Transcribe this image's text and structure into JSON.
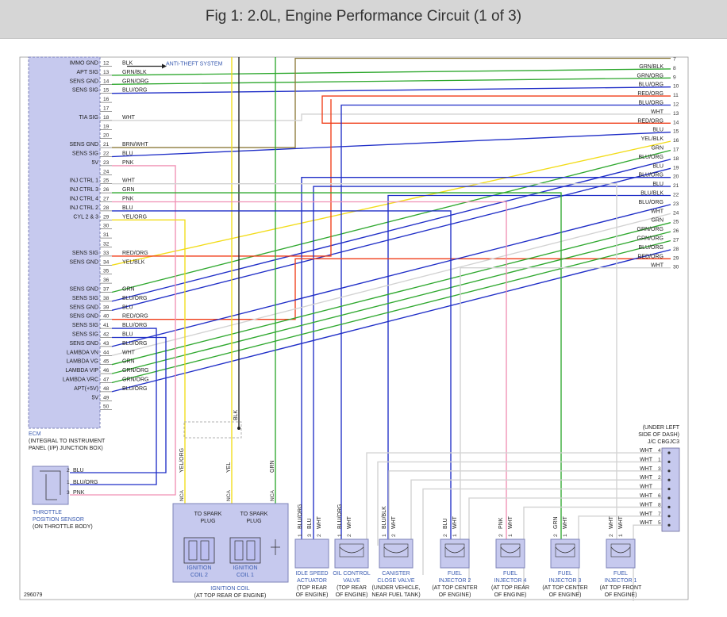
{
  "title": "Fig 1: 2.0L, Engine Performance Circuit (1 of 3)",
  "figure_number": "296079",
  "colors": {
    "BLK": "#222222",
    "GRN": "#2fa82f",
    "BLU": "#1f2ec7",
    "RED": "#f03c18",
    "PNK": "#f090b4",
    "YEL": "#f2dc18",
    "WHT": "#d2d2d2",
    "BRN": "#8c7a3a",
    "ecm_fill": "#c6c9ee",
    "component_fill": "#c6c9ee",
    "label_blue": "#3a5bb0"
  },
  "ecm": {
    "name": "ECM",
    "location_1": "(INTEGRAL TO INSTRUMENT",
    "location_2": "PANEL (I/P) JUNCTION BOX)",
    "pins": [
      {
        "pin": "12",
        "signal": "IMMO GND",
        "wire": "BLK"
      },
      {
        "pin": "13",
        "signal": "APT SIG",
        "wire": "GRN/BLK"
      },
      {
        "pin": "14",
        "signal": "SENS GND",
        "wire": "GRN/ORG"
      },
      {
        "pin": "15",
        "signal": "SENS SIG",
        "wire": "BLU/ORG"
      },
      {
        "pin": "16",
        "signal": "",
        "wire": ""
      },
      {
        "pin": "17",
        "signal": "",
        "wire": ""
      },
      {
        "pin": "18",
        "signal": "TIA SIG",
        "wire": "WHT"
      },
      {
        "pin": "19",
        "signal": "",
        "wire": ""
      },
      {
        "pin": "20",
        "signal": "",
        "wire": ""
      },
      {
        "pin": "21",
        "signal": "SENS GND",
        "wire": "BRN/WHT"
      },
      {
        "pin": "22",
        "signal": "SENS SIG",
        "wire": "BLU"
      },
      {
        "pin": "23",
        "signal": "5V",
        "wire": "PNK"
      },
      {
        "pin": "24",
        "signal": "",
        "wire": ""
      },
      {
        "pin": "25",
        "signal": "INJ CTRL 1",
        "wire": "WHT"
      },
      {
        "pin": "26",
        "signal": "INJ CTRL 3",
        "wire": "GRN"
      },
      {
        "pin": "27",
        "signal": "INJ CTRL 4",
        "wire": "PNK"
      },
      {
        "pin": "28",
        "signal": "INJ CTRL 2",
        "wire": "BLU"
      },
      {
        "pin": "29",
        "signal": "CYL 2 & 3",
        "wire": "YEL/ORG"
      },
      {
        "pin": "30",
        "signal": "",
        "wire": ""
      },
      {
        "pin": "31",
        "signal": "",
        "wire": ""
      },
      {
        "pin": "32",
        "signal": "",
        "wire": ""
      },
      {
        "pin": "33",
        "signal": "SENS SIG",
        "wire": "RED/ORG"
      },
      {
        "pin": "34",
        "signal": "SENS GND",
        "wire": "YEL/BLK"
      },
      {
        "pin": "35",
        "signal": "",
        "wire": ""
      },
      {
        "pin": "36",
        "signal": "",
        "wire": ""
      },
      {
        "pin": "37",
        "signal": "SENS GND",
        "wire": "GRN"
      },
      {
        "pin": "38",
        "signal": "SENS SIG",
        "wire": "BLU/ORG"
      },
      {
        "pin": "39",
        "signal": "SENS GND",
        "wire": "BLU"
      },
      {
        "pin": "40",
        "signal": "SENS GND",
        "wire": "RED/ORG"
      },
      {
        "pin": "41",
        "signal": "SENS SIG",
        "wire": "BLU/ORG"
      },
      {
        "pin": "42",
        "signal": "SENS SIG",
        "wire": "BLU"
      },
      {
        "pin": "43",
        "signal": "SENS GND",
        "wire": "BLU/ORG"
      },
      {
        "pin": "44",
        "signal": "LAMBDA VN",
        "wire": "WHT"
      },
      {
        "pin": "45",
        "signal": "LAMBDA VG",
        "wire": "GRN"
      },
      {
        "pin": "46",
        "signal": "LAMBDA VIP",
        "wire": "GRN/ORG"
      },
      {
        "pin": "47",
        "signal": "LAMBDA VRC",
        "wire": "GRN/ORG"
      },
      {
        "pin": "48",
        "signal": "APT(+5V)",
        "wire": "BLU/ORG"
      },
      {
        "pin": "49",
        "signal": "5V",
        "wire": ""
      },
      {
        "pin": "50",
        "signal": "",
        "wire": ""
      }
    ]
  },
  "anti_theft_label": "ANTI-THEFT SYSTEM",
  "right_edge": [
    {
      "wire": "",
      "num": "7"
    },
    {
      "wire": "GRN/BLK",
      "num": "8"
    },
    {
      "wire": "GRN/ORG",
      "num": "9"
    },
    {
      "wire": "BLU/ORG",
      "num": "10"
    },
    {
      "wire": "RED/ORG",
      "num": "11"
    },
    {
      "wire": "BLU/ORG",
      "num": "12"
    },
    {
      "wire": "WHT",
      "num": "13"
    },
    {
      "wire": "RED/ORG",
      "num": "14"
    },
    {
      "wire": "BLU",
      "num": "15"
    },
    {
      "wire": "YEL/BLK",
      "num": "16"
    },
    {
      "wire": "GRN",
      "num": "17"
    },
    {
      "wire": "BLU/ORG",
      "num": "18"
    },
    {
      "wire": "BLU",
      "num": "19"
    },
    {
      "wire": "BLU/ORG",
      "num": "20"
    },
    {
      "wire": "BLU",
      "num": "21"
    },
    {
      "wire": "BLU/BLK",
      "num": "22"
    },
    {
      "wire": "BLU/ORG",
      "num": "23"
    },
    {
      "wire": "WHT",
      "num": "24"
    },
    {
      "wire": "GRN",
      "num": "25"
    },
    {
      "wire": "GRN/ORG",
      "num": "26"
    },
    {
      "wire": "GRN/ORG",
      "num": "27"
    },
    {
      "wire": "BLU/ORG",
      "num": "28"
    },
    {
      "wire": "RED/ORG",
      "num": "29"
    },
    {
      "wire": "WHT",
      "num": "30"
    }
  ],
  "junction": {
    "loc_1": "(UNDER LEFT",
    "loc_2": "SIDE OF DASH)",
    "id": "J/C CBGJC3",
    "pins": [
      {
        "wire": "WHT",
        "pin": "4"
      },
      {
        "wire": "WHT",
        "pin": "1"
      },
      {
        "wire": "WHT",
        "pin": "3"
      },
      {
        "wire": "WHT",
        "pin": "2"
      },
      {
        "wire": "WHT",
        "pin": ""
      },
      {
        "wire": "WHT",
        "pin": "6"
      },
      {
        "wire": "WHT",
        "pin": "8"
      },
      {
        "wire": "WHT",
        "pin": "7"
      },
      {
        "wire": "WHT",
        "pin": "5"
      }
    ]
  },
  "throttle_sensor": {
    "name_1": "THROTTLE",
    "name_2": "POSITION SENSOR",
    "location": "(ON THROTTLE BODY)",
    "pins": [
      {
        "pin": "2",
        "wire": "BLU"
      },
      {
        "pin": "1",
        "wire": "BLU/ORG"
      },
      {
        "pin": "3",
        "wire": "PNK"
      }
    ]
  },
  "ignition": {
    "wires": [
      {
        "pin": "NCA",
        "wire": "YEL/ORG"
      },
      {
        "pin": "NCA",
        "wire": "YEL"
      },
      {
        "pin": "NCA",
        "wire": "GRN"
      }
    ],
    "blk_wire": "BLK",
    "to_spark_1": "TO SPARK",
    "to_spark_2": "PLUG",
    "coil_2_1": "IGNITION",
    "coil_2_2": "COIL 2",
    "coil_1_1": "IGNITION",
    "coil_1_2": "COIL 1",
    "name": "IGNITION COIL",
    "location": "(AT TOP REAR OF ENGINE)"
  },
  "components": [
    {
      "name": "idle-speed-actuator",
      "pins": [
        {
          "pin": "1",
          "wire": "BLU/ORG"
        },
        {
          "pin": "3",
          "wire": "BLU"
        },
        {
          "pin": "2",
          "wire": "WHT"
        }
      ],
      "label": [
        "IDLE SPEED",
        "ACTUATOR",
        "(TOP REAR",
        "OF ENGINE)"
      ]
    },
    {
      "name": "oil-control-valve",
      "pins": [
        {
          "pin": "1",
          "wire": "BLU/ORG"
        },
        {
          "pin": "2",
          "wire": "WHT"
        }
      ],
      "label": [
        "OIL CONTROL",
        "VALVE",
        "(TOP REAR",
        "OF ENGINE)"
      ]
    },
    {
      "name": "canister-close-valve",
      "pins": [
        {
          "pin": "1",
          "wire": "BLU/BLK"
        },
        {
          "pin": "2",
          "wire": "WHT"
        }
      ],
      "label": [
        "CANISTER",
        "CLOSE VALVE",
        "(UNDER VEHICLE,",
        "NEAR FUEL TANK)"
      ]
    },
    {
      "name": "fuel-injector-2",
      "pins": [
        {
          "pin": "2",
          "wire": "BLU"
        },
        {
          "pin": "1",
          "wire": "WHT"
        }
      ],
      "label": [
        "FUEL",
        "INJECTOR 2",
        "(AT TOP CENTER",
        "OF ENGINE)"
      ]
    },
    {
      "name": "fuel-injector-4",
      "pins": [
        {
          "pin": "2",
          "wire": "PNK"
        },
        {
          "pin": "1",
          "wire": "WHT"
        }
      ],
      "label": [
        "FUEL",
        "INJECTOR 4",
        "(AT TOP REAR",
        "OF ENGINE)"
      ]
    },
    {
      "name": "fuel-injector-3",
      "pins": [
        {
          "pin": "2",
          "wire": "GRN"
        },
        {
          "pin": "1",
          "wire": "WHT"
        }
      ],
      "label": [
        "FUEL",
        "INJECTOR 3",
        "(AT TOP CENTER",
        "OF ENGINE)"
      ]
    },
    {
      "name": "fuel-injector-1",
      "pins": [
        {
          "pin": "2",
          "wire": "WHT"
        },
        {
          "pin": "1",
          "wire": "WHT"
        }
      ],
      "label": [
        "FUEL",
        "INJECTOR 1",
        "(AT TOP FRONT",
        "OF ENGINE)"
      ]
    }
  ]
}
